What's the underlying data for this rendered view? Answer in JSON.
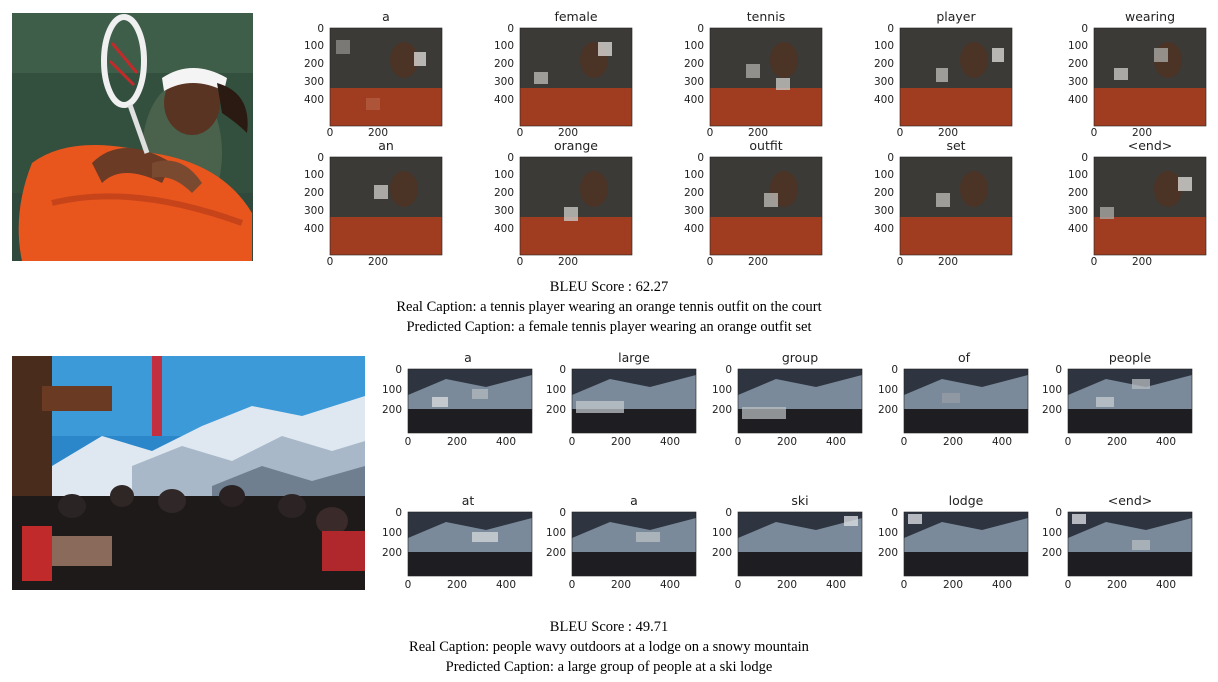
{
  "examples": [
    {
      "id": "tennis",
      "image": "tennis player in orange outfit swinging racket",
      "words": [
        "a",
        "female",
        "tennis",
        "player",
        "wearing",
        "an",
        "orange",
        "outfit",
        "set",
        "<end>"
      ],
      "yticks": [
        "0",
        "100",
        "200",
        "300",
        "400"
      ],
      "xticks": [
        "0",
        "200"
      ],
      "bleu_label": "BLEU Score : 62.27",
      "real_caption": "Real Caption: a tennis player wearing an orange tennis outfit on the court",
      "predicted_caption": "Predicted Caption: a female tennis player wearing an orange outfit set"
    },
    {
      "id": "ski",
      "image": "crowd of people outdoors at a snowy mountain lodge",
      "words": [
        "a",
        "large",
        "group",
        "of",
        "people",
        "at",
        "a",
        "ski",
        "lodge",
        "<end>"
      ],
      "yticks": [
        "0",
        "100",
        "200"
      ],
      "xticks": [
        "0",
        "200",
        "400"
      ],
      "bleu_label": "BLEU Score : 49.71",
      "real_caption": "Real Caption: people wavy outdoors at a lodge on a snowy mountain",
      "predicted_caption": "Predicted Caption: a large group of people at a ski lodge"
    }
  ],
  "colors": {
    "orange_dress": "#e8561e",
    "sky": "#3a8fd0",
    "snow": "#e6eef6",
    "attention_highlight": "#ffffff"
  }
}
